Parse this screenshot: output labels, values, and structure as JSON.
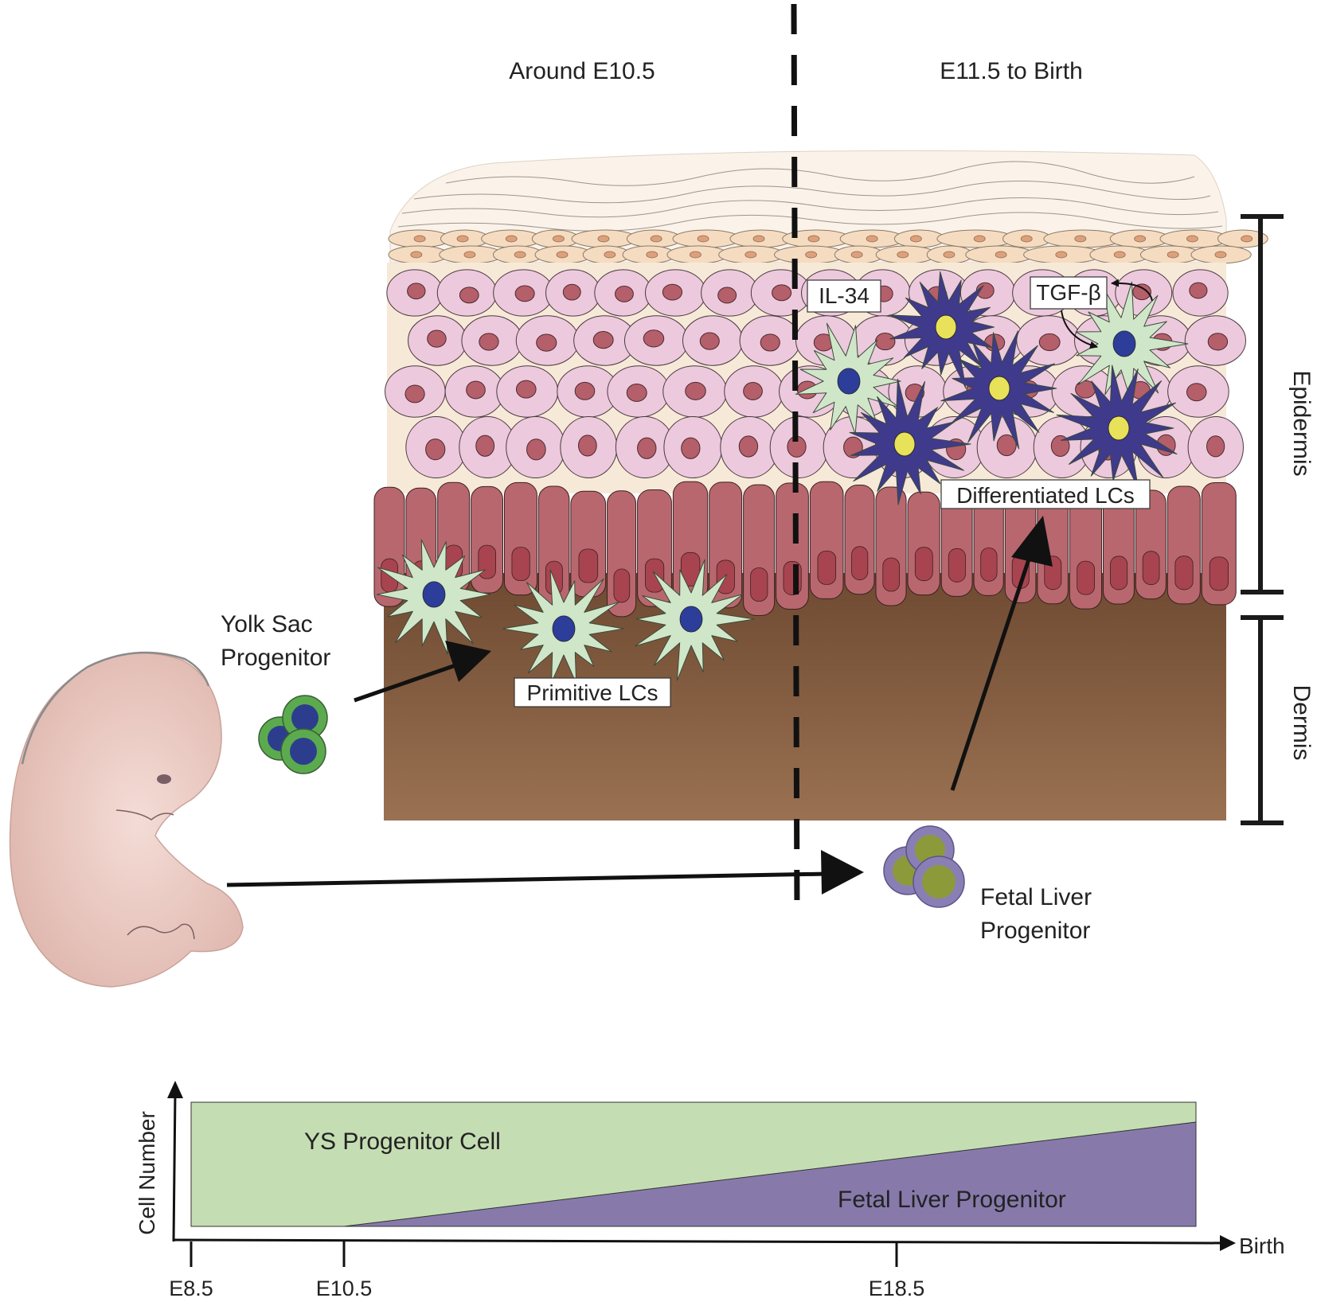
{
  "stages": {
    "early": "Around E10.5",
    "late": "E11.5 to Birth"
  },
  "layers": {
    "epidermis": "Epidermis",
    "dermis": "Dermis"
  },
  "cells": {
    "primitive_lcs": "Primitive LCs",
    "differentiated_lcs": "Differentiated LCs",
    "yolk_sac_line1": "Yolk Sac",
    "yolk_sac_line2": "Progenitor",
    "fetal_liver_line1": "Fetal Liver",
    "fetal_liver_line2": "Progenitor"
  },
  "signals": {
    "il34": "IL-34",
    "tgfb": "TGF-β"
  },
  "colors": {
    "keratinocyte": "#ecc9dc",
    "keratinocyte_nucleus": "#b55f6a",
    "basal_cell": "#b8676f",
    "dermis_top": "#6e4a31",
    "dermis_bottom": "#9a7152",
    "primitive_lc": "#cfe7c8",
    "differentiated_lc": "#3f3a8c",
    "yolk_sac_cell": "#5bab4e",
    "fetal_liver_cell": "#8a7fb5",
    "fetal_liver_nucleus": "#8c9a3a",
    "embryo": "#e9c9c2",
    "ys_area": "#c5ddb3",
    "fl_area": "#877aab"
  },
  "chart_data": {
    "type": "area",
    "title": "",
    "ylabel": "Cell Number",
    "x_ticks": [
      "E8.5",
      "E10.5",
      "E18.5"
    ],
    "x_end_label": "Birth",
    "series": [
      {
        "name": "YS Progenitor Cell",
        "start": "E8.5",
        "end": "Birth"
      },
      {
        "name": "Fetal Liver Progenitor",
        "start": "E10.5",
        "end": "Birth"
      }
    ]
  }
}
